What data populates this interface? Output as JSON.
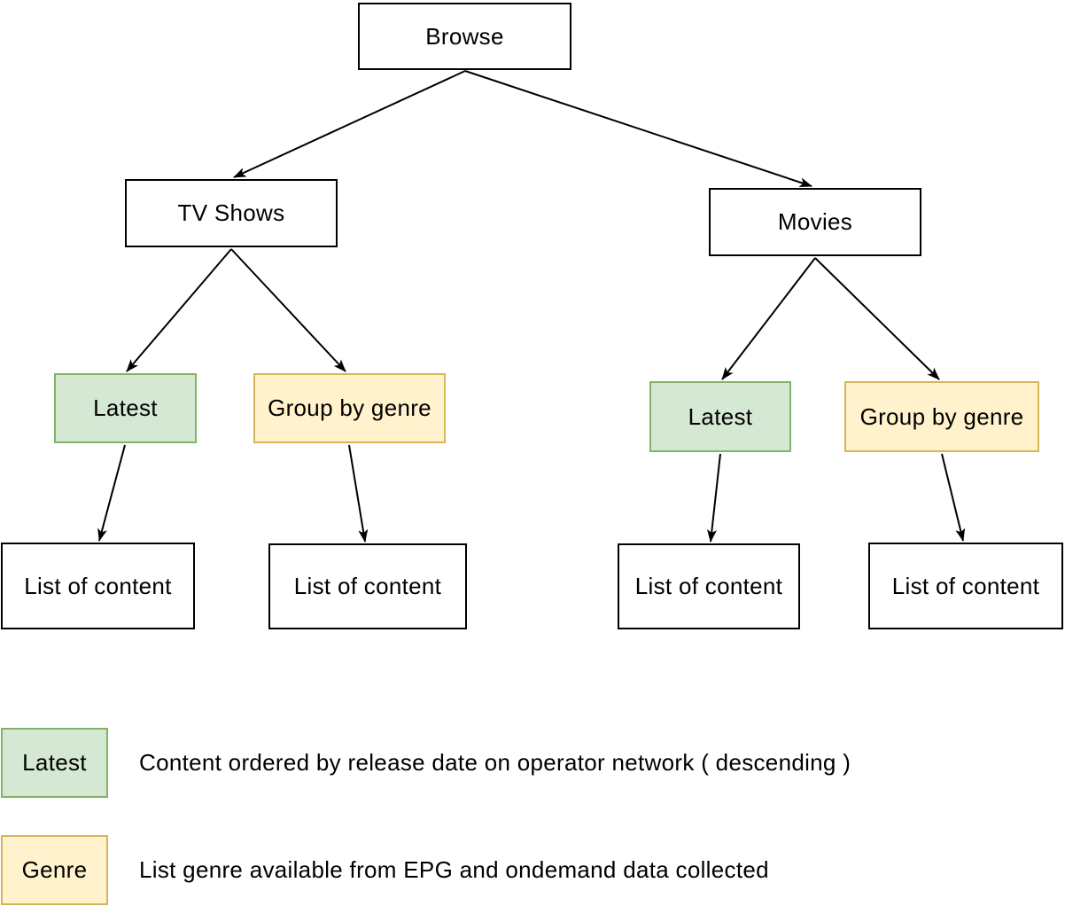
{
  "nodes": {
    "browse": {
      "label": "Browse"
    },
    "tv_shows": {
      "label": "TV Shows"
    },
    "movies": {
      "label": "Movies"
    },
    "tv_latest": {
      "label": "Latest"
    },
    "tv_group_by_genre": {
      "label": "Group by genre"
    },
    "movies_latest": {
      "label": "Latest"
    },
    "movies_group_by_genre": {
      "label": "Group by genre"
    },
    "tv_latest_list": {
      "label": "List of content"
    },
    "tv_genre_list": {
      "label": "List of content"
    },
    "movies_latest_list": {
      "label": "List of content"
    },
    "movies_genre_list": {
      "label": "List of content"
    }
  },
  "edges": [
    {
      "from": "browse",
      "to": "tv_shows"
    },
    {
      "from": "browse",
      "to": "movies"
    },
    {
      "from": "tv_shows",
      "to": "tv_latest"
    },
    {
      "from": "tv_shows",
      "to": "tv_group_by_genre"
    },
    {
      "from": "tv_latest",
      "to": "tv_latest_list"
    },
    {
      "from": "tv_group_by_genre",
      "to": "tv_genre_list"
    },
    {
      "from": "movies",
      "to": "movies_latest"
    },
    {
      "from": "movies",
      "to": "movies_group_by_genre"
    },
    {
      "from": "movies_latest",
      "to": "movies_latest_list"
    },
    {
      "from": "movies_group_by_genre",
      "to": "movies_genre_list"
    }
  ],
  "legend": [
    {
      "swatch": "Latest",
      "description": "Content ordered by release date on operator network ( descending )"
    },
    {
      "swatch": "Genre",
      "description": "List genre available from EPG and ondemand data collected"
    }
  ],
  "colors": {
    "latest_fill": "#d5e8d4",
    "latest_border": "#82b366",
    "genre_fill": "#fff2cc",
    "genre_border": "#d6b656",
    "node_fill": "#ffffff",
    "node_border": "#000000",
    "edge": "#000000"
  }
}
